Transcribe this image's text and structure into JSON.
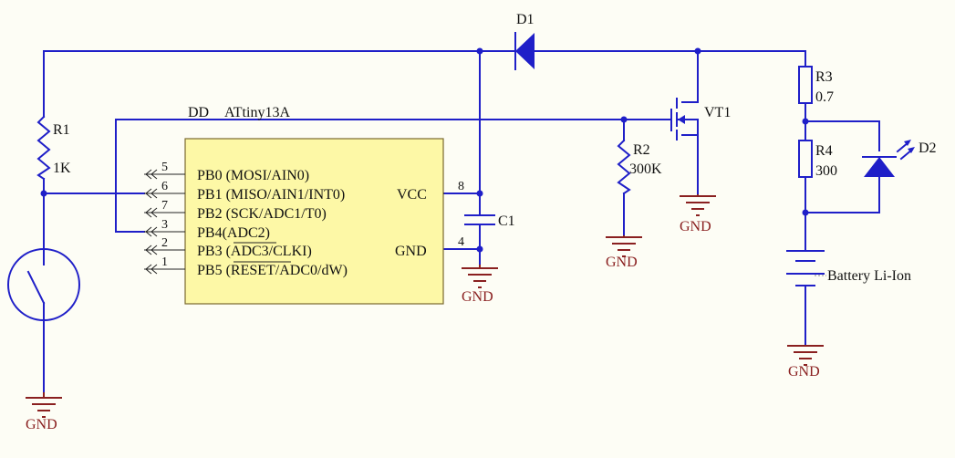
{
  "colors": {
    "background": "#fdfdf5",
    "wire": "#1f1fc8",
    "ground": "#8a2020",
    "chip_fill": "#fdf8a6"
  },
  "diode_d1": {
    "label": "D1"
  },
  "r1": {
    "label": "R1",
    "value": "1K"
  },
  "chip": {
    "designator": "DD",
    "part": "ATtiny13A",
    "pins_left": [
      {
        "num": "5",
        "label": "PB0 (MOSI/AIN0)"
      },
      {
        "num": "6",
        "label": "PB1 (MISO/AIN1/INT0)"
      },
      {
        "num": "7",
        "label": "PB2 (SCK/ADC1/T0)"
      },
      {
        "num": "3",
        "label": "PB4(ADC2)"
      },
      {
        "num": "2",
        "label": "PB3 (ADC3/CLKI)"
      },
      {
        "num": "1",
        "label": "PB5 (RESET/ADC0/dW)"
      }
    ],
    "vcc": {
      "label": "VCC",
      "num": "8"
    },
    "gnd": {
      "label": "GND",
      "num": "4"
    }
  },
  "c1": {
    "label": "C1"
  },
  "r2": {
    "label": "R2",
    "value": "300K"
  },
  "vt1": {
    "label": "VT1"
  },
  "r3": {
    "label": "R3",
    "value": "0.7"
  },
  "r4": {
    "label": "R4",
    "value": "300"
  },
  "d2": {
    "label": "D2"
  },
  "battery": {
    "label": "Battery Li-Ion"
  },
  "gnd_labels": {
    "left": "GND",
    "c1": "GND",
    "r2": "GND",
    "vt1": "GND",
    "battery": "GND"
  }
}
